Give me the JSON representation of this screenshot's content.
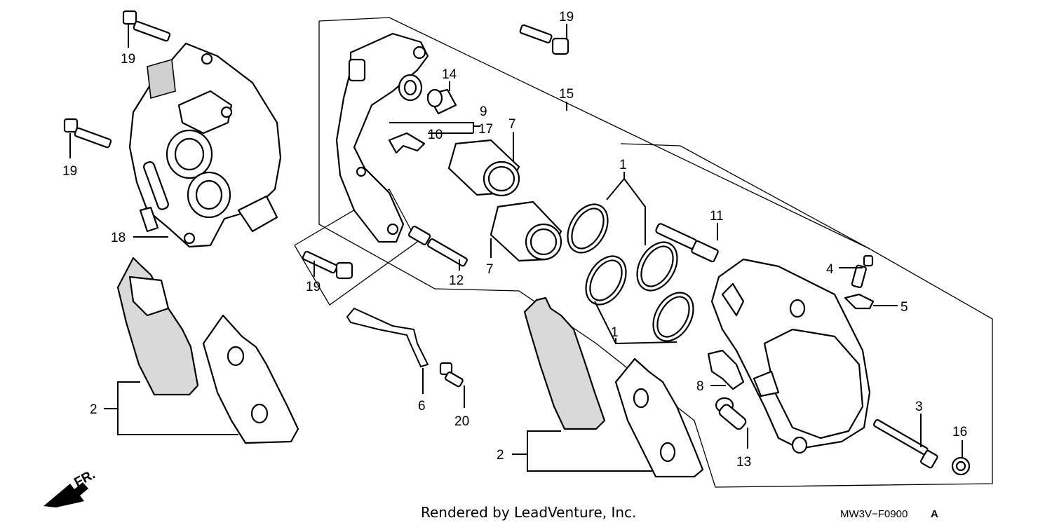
{
  "callouts": {
    "c1a": "1",
    "c1b": "1",
    "c2a": "2",
    "c2b": "2",
    "c3": "3",
    "c4": "4",
    "c5": "5",
    "c6": "6",
    "c7a": "7",
    "c7b": "7",
    "c8": "8",
    "c9": "9",
    "c10": "10",
    "c11": "11",
    "c12": "12",
    "c13": "13",
    "c14": "14",
    "c15": "15",
    "c16": "16",
    "c17": "17",
    "c18": "18",
    "c19a": "19",
    "c19b": "19",
    "c19c": "19",
    "c19d": "19",
    "c20": "20"
  },
  "direction_label": "FR.",
  "footer": {
    "credit": "Rendered by LeadVenture, Inc.",
    "diagram_code": "MW3V−F0900",
    "revision": "A"
  }
}
